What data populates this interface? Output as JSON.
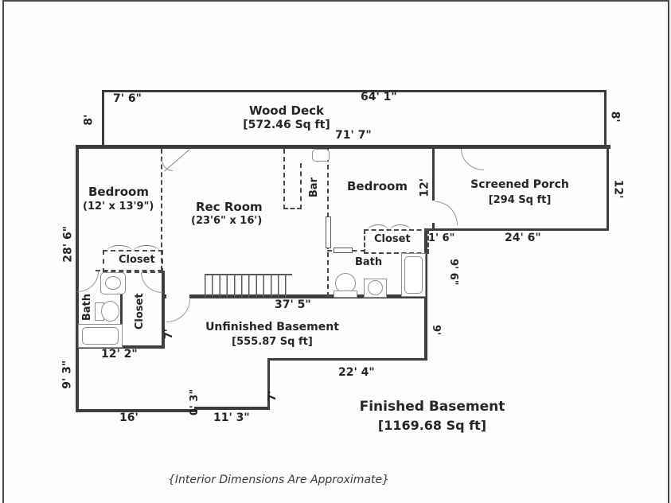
{
  "deck": {
    "label": "Wood Deck",
    "area": "[572.46 Sq ft]"
  },
  "porch": {
    "label": "Screened Porch",
    "area": "[294 Sq ft]"
  },
  "rooms": {
    "bedroom_left": {
      "label": "Bedroom",
      "dims": "(12' x 13'9\")"
    },
    "rec_room": {
      "label": "Rec Room",
      "dims": "(23'6\" x 16')"
    },
    "bedroom_right": {
      "label": "Bedroom"
    },
    "bar": {
      "label": "Bar"
    },
    "bath_left": {
      "label": "Bath"
    },
    "bath_right": {
      "label": "Bath"
    },
    "closet_upper_left": {
      "label": "Closet"
    },
    "closet_lower_left": {
      "label": "Closet"
    },
    "closet_right": {
      "label": "Closet"
    },
    "unfinished": {
      "label": "Unfinished Basement",
      "area": "[555.87 Sq ft]"
    }
  },
  "dims": {
    "deck_offset": "7' 6\"",
    "deck_width": "64' 1\"",
    "deck_depth_left": "8'",
    "deck_depth_right": "8'",
    "house_width": "71' 7\"",
    "bedroom_right_depth": "12'",
    "porch_depth": "12'",
    "porch_width": "24' 6\"",
    "porch_offset": "1' 6\"",
    "west_wall_upper": "28' 6\"",
    "west_wall_lower": "9' 3\"",
    "bath_block_width": "12' 2\"",
    "closet_wall": "7'",
    "stair_wall": "37' 5\"",
    "east_wall_upper": "9' 6\"",
    "east_wall_lower": "9'",
    "unfinished_width": "22' 4\"",
    "step_wall": "7'",
    "south_wall_left": "16'",
    "south_step": "0' 3\"",
    "south_wall_mid": "11' 3\""
  },
  "title": {
    "name": "Finished Basement",
    "area": "[1169.68 Sq ft]"
  },
  "note": "{Interior Dimensions Are Approximate}"
}
